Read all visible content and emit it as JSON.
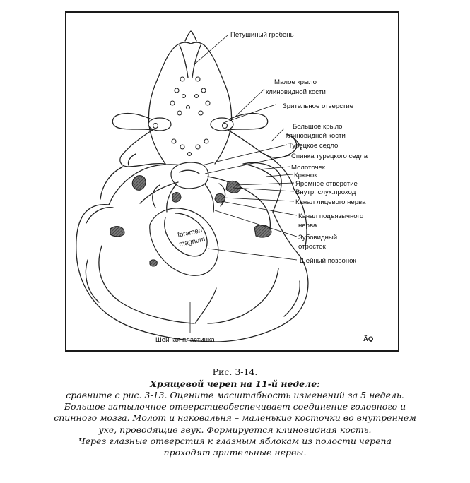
{
  "figure": {
    "labels": {
      "crista_galli": "Петушиный гребень",
      "lesser_wing_1": "Малое крыло",
      "lesser_wing_2": "клиновидной кости",
      "optic_foramen": "Зрительное отверстие",
      "greater_wing_1": "Большое крыло",
      "greater_wing_2": "клиновидной кости",
      "sella_turcica": "Турецкое седло",
      "dorsum_sellae": "Спинка турецкого седла",
      "malleus": "Молоточек",
      "hook": "Крючок",
      "jugular_foramen": "Яремное отверстие",
      "internal_acoustic": "Внутр. слух.проход",
      "facial_canal": "Канал лицевого нерва",
      "hypoglossal_1": "Канал подъязычного",
      "hypoglossal_2": "нерва",
      "odontoid_1": "Зубовидный",
      "odontoid_2": "отросток",
      "cervical_vertebra": "Шейный позвонок",
      "foramen_1": "foramen",
      "foramen_2": "magnum",
      "nuchal_plate": "Шейная пластинка",
      "signature": "ÃQ"
    }
  },
  "caption": {
    "number": "Рис. 3-14.",
    "title": "Хрящевой череп на 11-й неделе:",
    "lines": [
      "сравните с рис. 3-13. Оцените масштабность изменений за 5 недель.",
      "Большое затылочное отверстиеобеспечивает соединение головного и",
      "спинного мозга. Молот и наковальня – маленькие косточки во внутреннем",
      "ухе, проводящие звук. Формируется клиновидная кость.",
      "Через глазные отверстия к глазным яблокам из полости черепа",
      "проходят зрительные нервы."
    ]
  }
}
